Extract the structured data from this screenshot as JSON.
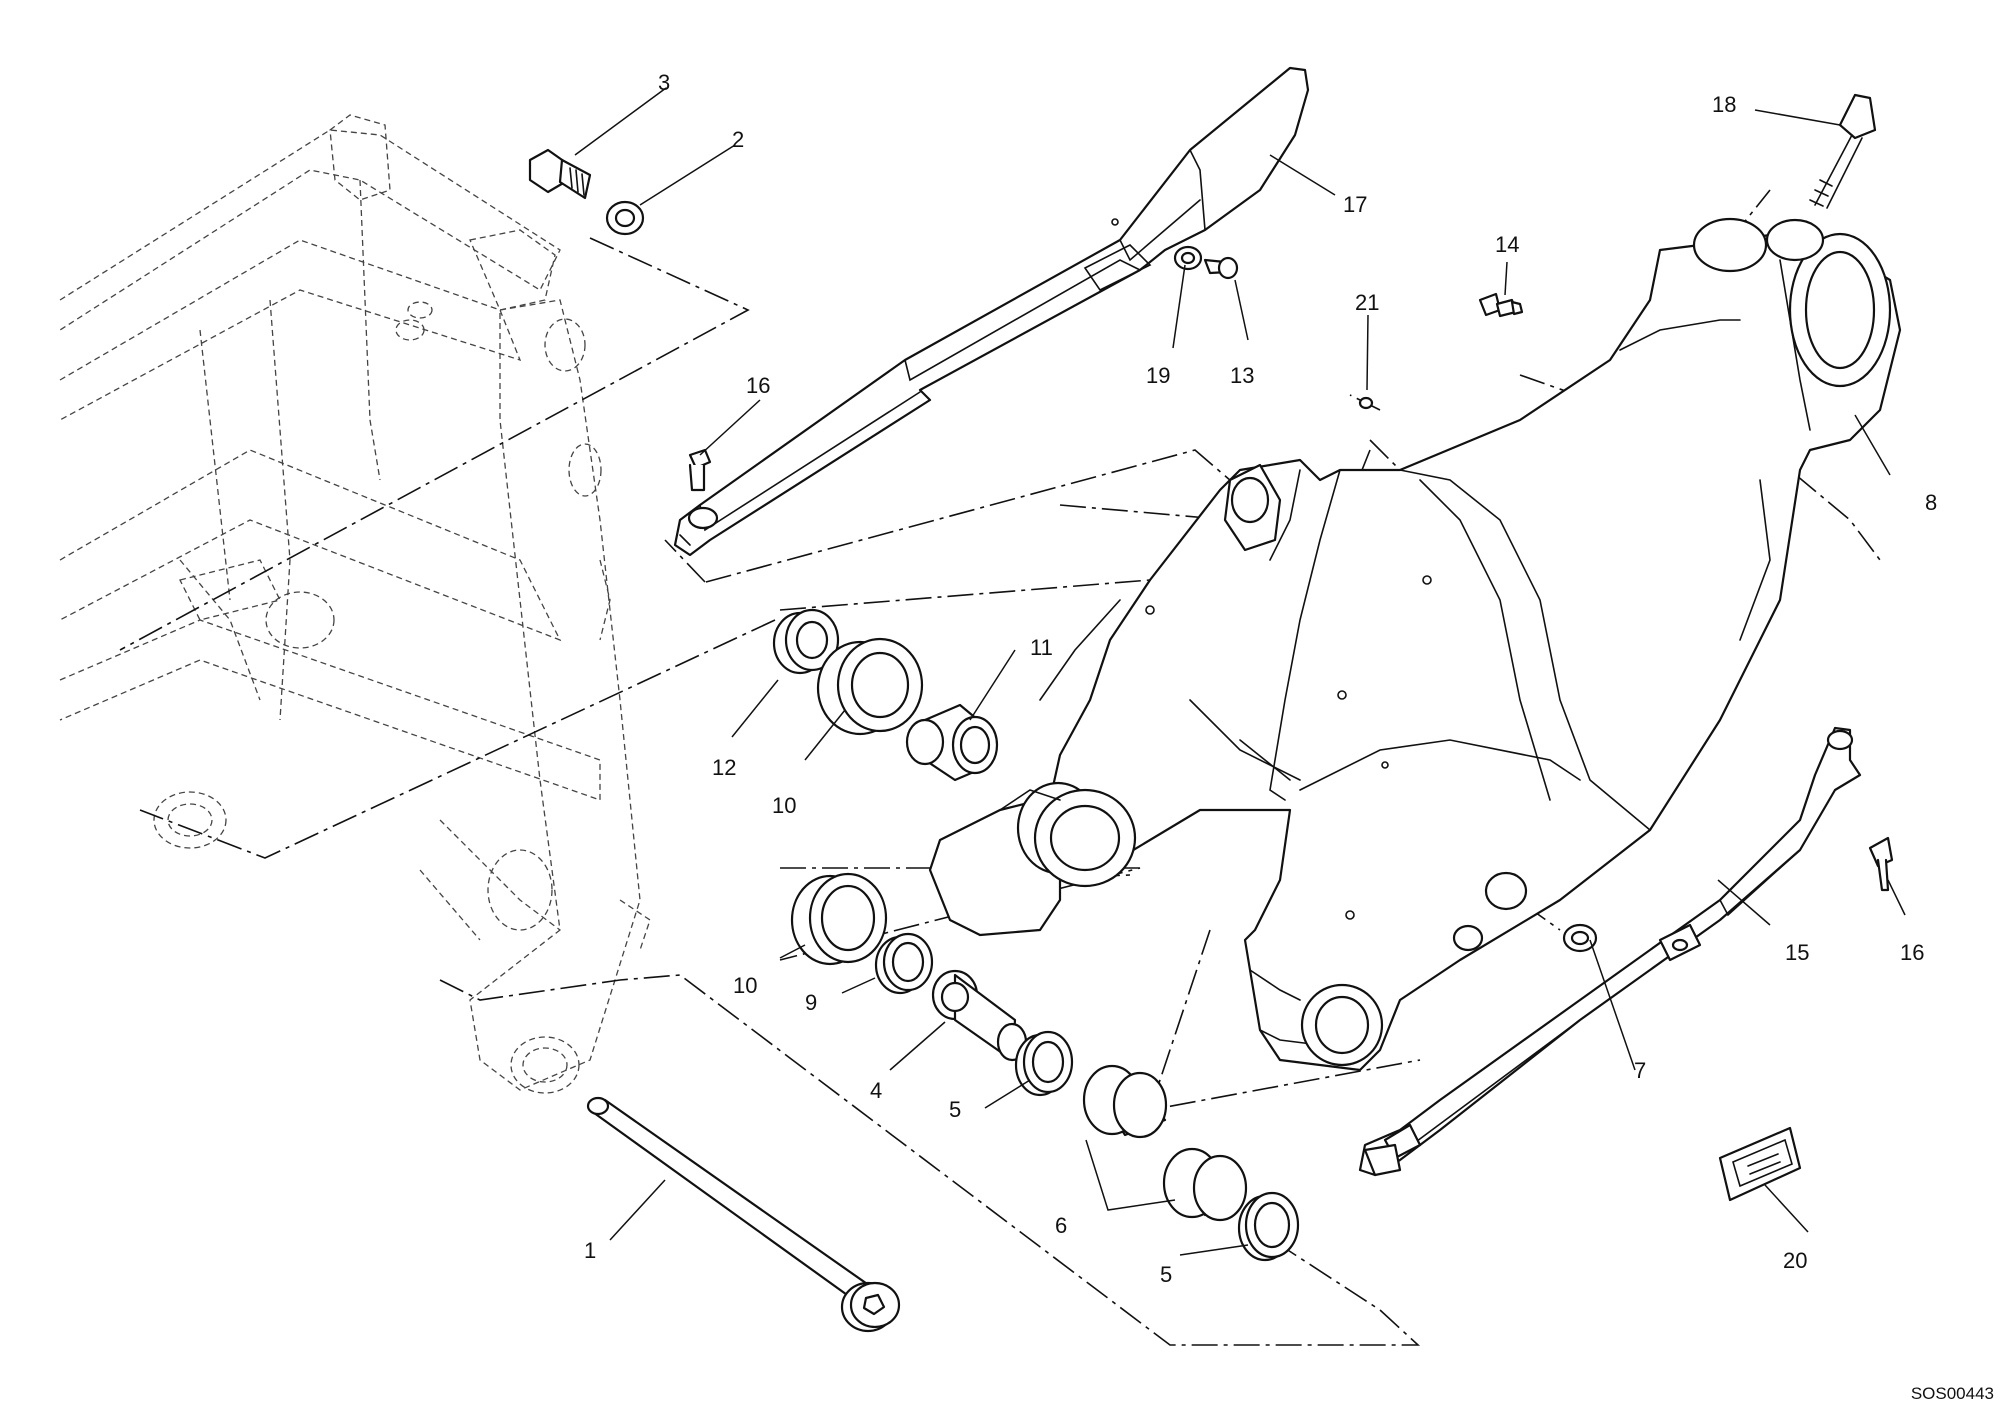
{
  "callouts": [
    "1",
    "2",
    "3",
    "4",
    "5",
    "5",
    "6",
    "7",
    "8",
    "9",
    "10",
    "10",
    "11",
    "12",
    "13",
    "14",
    "15",
    "16",
    "16",
    "17",
    "18",
    "19",
    "20",
    "21"
  ],
  "drawing_code": "SOS00443"
}
